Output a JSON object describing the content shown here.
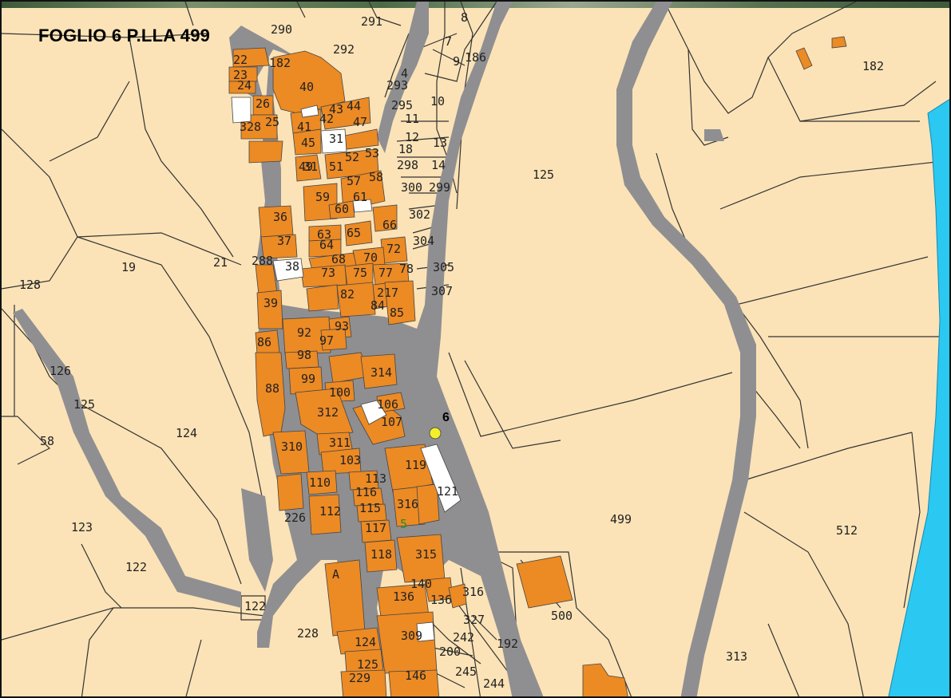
{
  "map": {
    "title": "FOGLIO 6 P.LLA 499",
    "marker": {
      "label": "6",
      "color": "#f5ef2a"
    },
    "secondary_marker": "5",
    "colors": {
      "land": "#fbe3b7",
      "road": "#8f8f92",
      "building": "#ec8a24",
      "river": "#2bc8f2",
      "boundary": "#333333"
    },
    "parcel_labels": [
      "290",
      "291",
      "8",
      "7",
      "9",
      "186",
      "292",
      "182",
      "22",
      "23",
      "24",
      "40",
      "4",
      "293",
      "295",
      "10",
      "26",
      "44",
      "43",
      "47",
      "42",
      "41",
      "11",
      "12",
      "13",
      "328",
      "25",
      "45",
      "31",
      "18",
      "298",
      "14",
      "31",
      "53",
      "51",
      "52",
      "49",
      "125",
      "57",
      "58",
      "300",
      "299",
      "59",
      "60",
      "61",
      "36",
      "302",
      "66",
      "63",
      "65",
      "37",
      "64",
      "304",
      "72",
      "305",
      "19",
      "21",
      "288",
      "38",
      "68",
      "70",
      "73",
      "75",
      "77",
      "78",
      "307",
      "39",
      "82",
      "217",
      "84",
      "85",
      "92",
      "93",
      "97",
      "98",
      "86",
      "314",
      "99",
      "100",
      "88",
      "106",
      "107",
      "312",
      "124",
      "125",
      "58",
      "311",
      "310",
      "103",
      "119",
      "121",
      "113",
      "110",
      "116",
      "316",
      "115",
      "499",
      "226",
      "112",
      "117",
      "123",
      "512",
      "122",
      "118",
      "315",
      "A",
      "136",
      "140",
      "136",
      "500",
      "327",
      "122",
      "242",
      "192",
      "228",
      "124",
      "309",
      "200",
      "313",
      "125",
      "245",
      "244",
      "229",
      "146",
      "182",
      "316",
      "128",
      "126"
    ]
  }
}
